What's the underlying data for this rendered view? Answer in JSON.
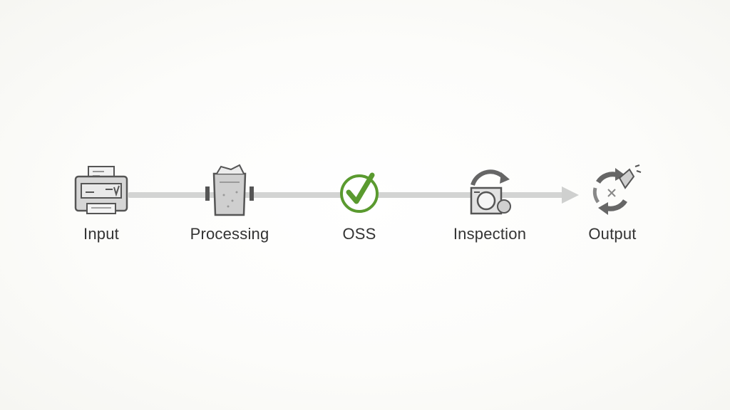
{
  "diagram": {
    "steps": [
      {
        "label": "Input",
        "icon": "printer-icon"
      },
      {
        "label": "Processing",
        "icon": "container-icon"
      },
      {
        "label": "OSS",
        "icon": "check-circle-icon"
      },
      {
        "label": "Inspection",
        "icon": "inspection-icon"
      },
      {
        "label": "Output",
        "icon": "recycle-icon"
      }
    ],
    "colors": {
      "line": "#d3d4d3",
      "icon_stroke": "#555555",
      "icon_fill": "#d9d9d9",
      "check": "#5a9a2f",
      "text": "#333333"
    }
  }
}
